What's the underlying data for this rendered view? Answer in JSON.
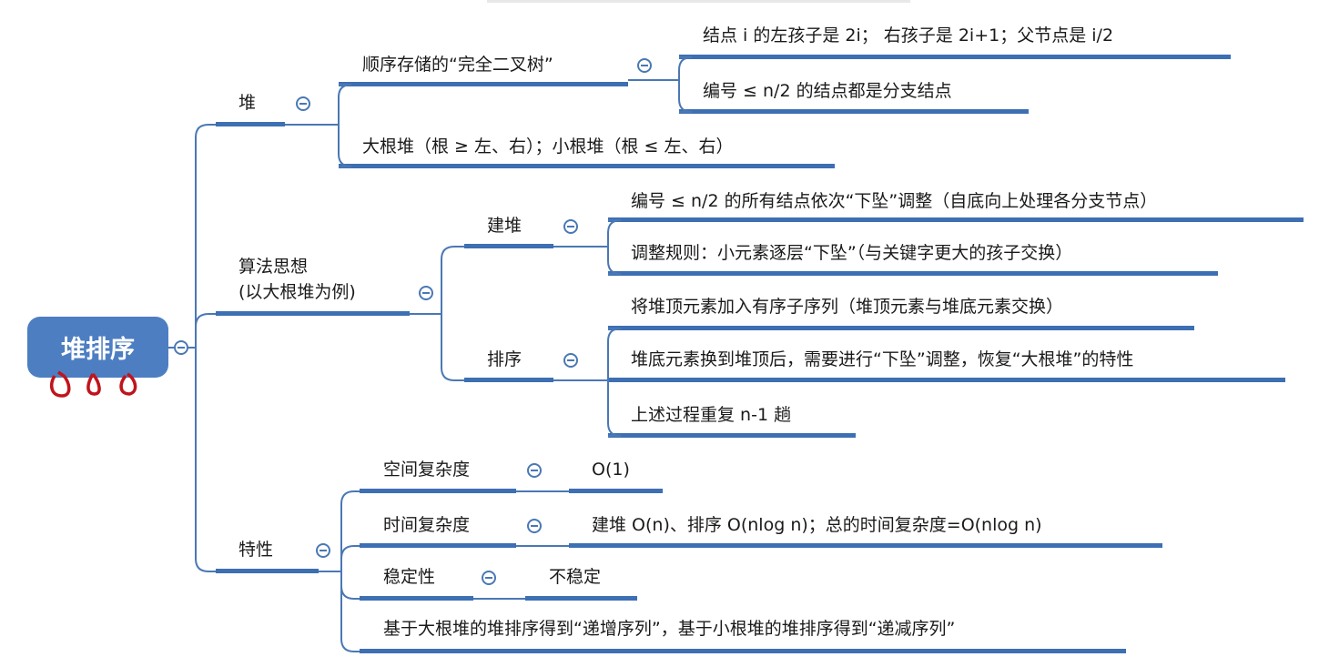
{
  "root": {
    "label": "堆排序"
  },
  "branches": {
    "heap": {
      "label": "堆",
      "complete_tree": {
        "label": "顺序存储的“完全二叉树”",
        "children": [
          "结点 i 的左孩子是 2i；  右孩子是 2i+1；父节点是 i/2",
          "编号 ≤ n/2 的结点都是分支结点"
        ]
      },
      "types": "大根堆（根 ≥ 左、右）；小根堆（根 ≤ 左、右）"
    },
    "algorithm": {
      "label_line1": "算法思想",
      "label_line2": "(以大根堆为例)",
      "build": {
        "label": "建堆",
        "children": [
          "编号 ≤ n/2 的所有结点依次“下坠”调整（自底向上处理各分支节点）",
          "调整规则：小元素逐层“下坠”（与关键字更大的孩子交换）"
        ]
      },
      "sort": {
        "label": "排序",
        "children": [
          "将堆顶元素加入有序子序列（堆顶元素与堆底元素交换）",
          "堆底元素换到堆顶后，需要进行“下坠”调整，恢复“大根堆”的特性",
          "上述过程重复 n-1 趟"
        ]
      }
    },
    "properties": {
      "label": "特性",
      "space": {
        "label": "空间复杂度",
        "value": "O(1)"
      },
      "time": {
        "label": "时间复杂度",
        "value": "建堆 O(n)、排序 O(nlog n)；总的时间复杂度=O(nlog n)"
      },
      "stability": {
        "label": "稳定性",
        "value": "不稳定"
      },
      "note": "基于大根堆的堆排序得到“递增序列”，基于小根堆的堆排序得到“递减序列”"
    }
  },
  "colors": {
    "root_bg": "#4d7ec2",
    "underline": "#3d6fb3",
    "connector": "#4a78b4",
    "annotation": "#c0141c"
  }
}
